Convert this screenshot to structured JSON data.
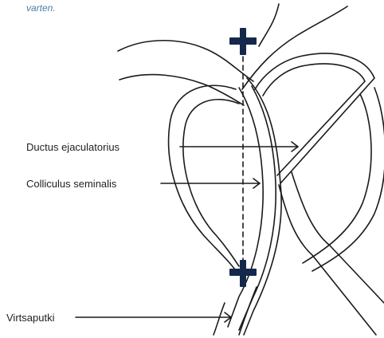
{
  "caption": "varten.",
  "labels": {
    "ductus": "Ductus ejaculatorius",
    "colliculus": "Colliculus seminalis",
    "urethra": "Virtsaputki"
  },
  "colors": {
    "line": "#1a1a1a",
    "marker": "#14284b",
    "caption": "#4a7fa6"
  }
}
